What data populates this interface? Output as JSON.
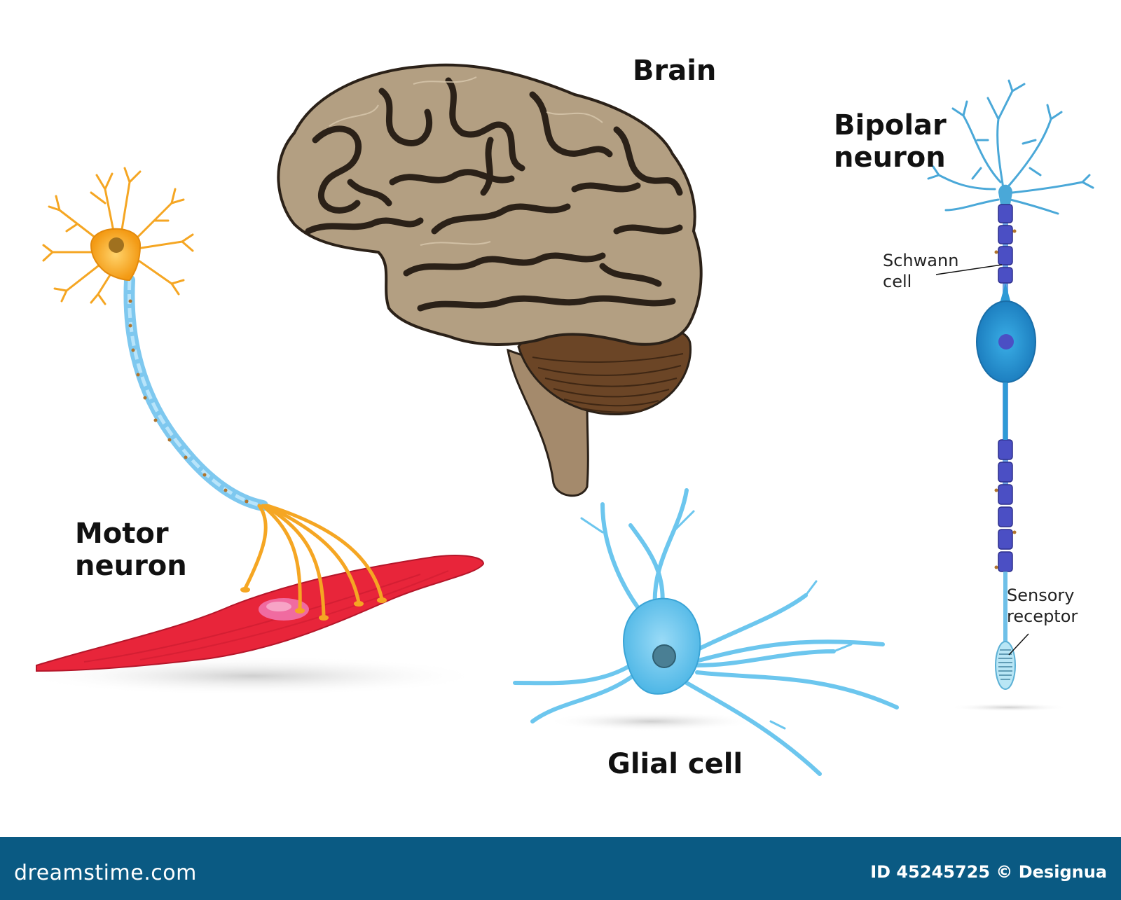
{
  "labels": {
    "brain": "Brain",
    "bipolar_line1": "Bipolar",
    "bipolar_line2": "neuron",
    "schwann_line1": "Schwann",
    "schwann_line2": "cell",
    "motor_line1": "Motor",
    "motor_line2": "neuron",
    "glial": "Glial cell",
    "sensory_line1": "Sensory",
    "sensory_line2": "receptor"
  },
  "footer": {
    "site": "dreamstime.com",
    "credit": "ID 45245725 © Designua"
  },
  "colors": {
    "brain_fill": "#b39f82",
    "brain_groove": "#2b2118",
    "cerebellum": "#6b4526",
    "motor_neuron": "#f5a623",
    "axon_blue": "#7ec8ef",
    "muscle": "#e8253a",
    "glial": "#6cc6ee",
    "bipolar_dendrite": "#4aa8d8",
    "schwann": "#4b4fc4",
    "bipolar_soma": "#2e9ad6",
    "footer": "#0a5a83"
  }
}
